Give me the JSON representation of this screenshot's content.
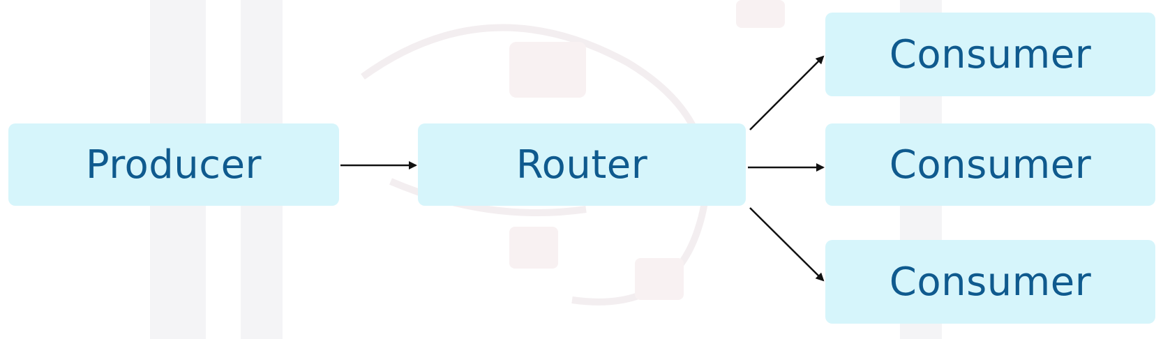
{
  "diagram": {
    "nodes": {
      "producer": "Producer",
      "router": "Router",
      "consumers": [
        "Consumer",
        "Consumer",
        "Consumer"
      ]
    },
    "edges": [
      {
        "from": "Producer",
        "to": "Router"
      },
      {
        "from": "Router",
        "to": "Consumer 1"
      },
      {
        "from": "Router",
        "to": "Consumer 2"
      },
      {
        "from": "Router",
        "to": "Consumer 3"
      }
    ],
    "colors": {
      "node_fill": "#d6f5fb",
      "node_text": "#0f5a8e",
      "arrow": "#111111"
    }
  }
}
